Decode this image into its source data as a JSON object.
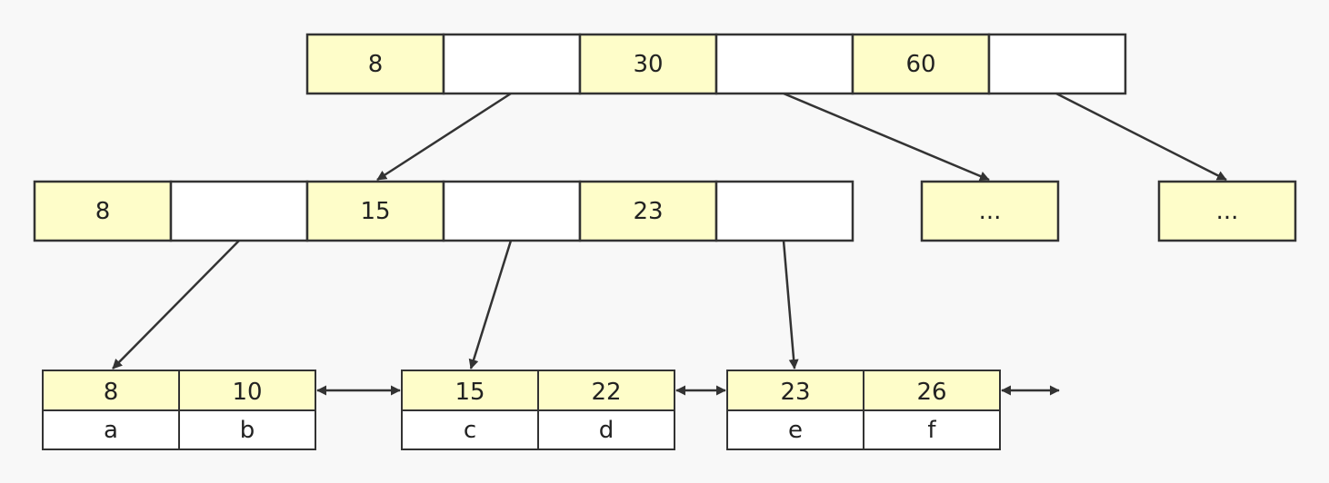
{
  "root": {
    "keys": [
      "8",
      "30",
      "60"
    ]
  },
  "level1": {
    "keys": [
      "8",
      "15",
      "23"
    ]
  },
  "collapsed_nodes": [
    "...",
    "..."
  ],
  "leaves": [
    {
      "keys": [
        "8",
        "10"
      ],
      "values": [
        "a",
        "b"
      ]
    },
    {
      "keys": [
        "15",
        "22"
      ],
      "values": [
        "c",
        "d"
      ]
    },
    {
      "keys": [
        "23",
        "26"
      ],
      "values": [
        "e",
        "f"
      ]
    }
  ]
}
